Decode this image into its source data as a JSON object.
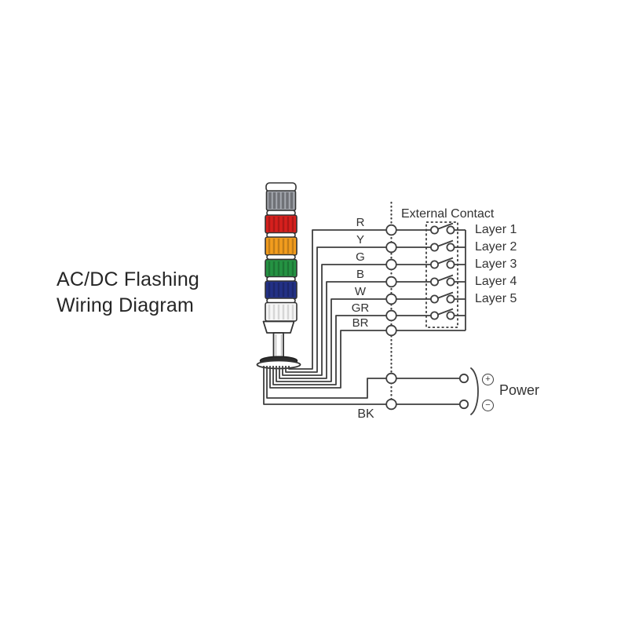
{
  "title": {
    "line1": "AC/DC Flashing",
    "line2": "Wiring Diagram"
  },
  "diagram": {
    "external_contact_label": "External Contact",
    "power_label": "Power",
    "layer_labels": [
      "Layer 1",
      "Layer 2",
      "Layer 3",
      "Layer 4",
      "Layer 5"
    ],
    "wire_labels": {
      "r": "R",
      "y": "Y",
      "g": "G",
      "b": "B",
      "w": "W",
      "gr": "GR",
      "br": "BR",
      "bk": "BK"
    },
    "power_terminals": {
      "positive": "+",
      "negative": "−"
    }
  },
  "tower": {
    "segments": [
      {
        "name": "top-cap",
        "color": "#ffffff"
      },
      {
        "name": "gray-body",
        "color": "#a4a7ae"
      },
      {
        "name": "red-lens",
        "color": "#d7201d"
      },
      {
        "name": "orange-lens",
        "color": "#f39d1e"
      },
      {
        "name": "green-lens",
        "color": "#259343"
      },
      {
        "name": "blue-lens",
        "color": "#233186"
      },
      {
        "name": "white-lens",
        "color": "#f6f6f6"
      }
    ]
  },
  "colors": {
    "wire": "#3f3f3f",
    "text": "#333333"
  }
}
